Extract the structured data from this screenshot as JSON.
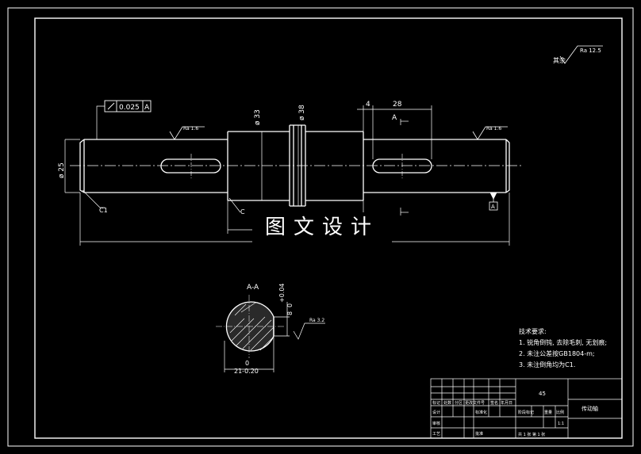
{
  "drawing": {
    "surface_roughness_note": "Ra 12.5",
    "surface_roughness_prefix": "其余",
    "runout_tolerance": "0.025",
    "runout_datum": "A",
    "dim_d25": "ø 25",
    "dim_d33": "ø 33",
    "dim_d38": "ø 38",
    "dim_4": "4",
    "dim_28": "28",
    "section_label_top": "A",
    "roughness_left": "Ra 1.6",
    "roughness_right": "Ra 1.6",
    "chamfer_left": "C1",
    "chamfer_mid": "C",
    "datum_a": "A",
    "section_title": "A-A",
    "keyway_depth_upper": "+0.04",
    "keyway_depth_lower": "0",
    "keyway_depth_value": "8",
    "keyway_width_upper": "0",
    "keyway_width_value": "21-0.20",
    "roughness_section": "Ra 3.2"
  },
  "watermark": "图文设计",
  "tech_requirements": {
    "title": "技术要求:",
    "items": [
      "1. 锐角倒钝, 去除毛刺, 无划痕;",
      "2. 未注公差按GB1804-m;",
      "3. 未注倒角均为C1."
    ]
  },
  "title_block": {
    "material": "45",
    "part_name": "传动轴",
    "scale": "1:1",
    "sheet_info": "共 1 张  第 1 张",
    "headers": [
      "标记",
      "处数",
      "分区",
      "更改文件号",
      "签名",
      "年月日"
    ],
    "stage_mark": "阶段标记",
    "weight": "重量",
    "scale_label": "比例",
    "designer": "设计",
    "standardized": "标准化",
    "reviewer": "审核",
    "process": "工艺",
    "approved": "批准"
  }
}
